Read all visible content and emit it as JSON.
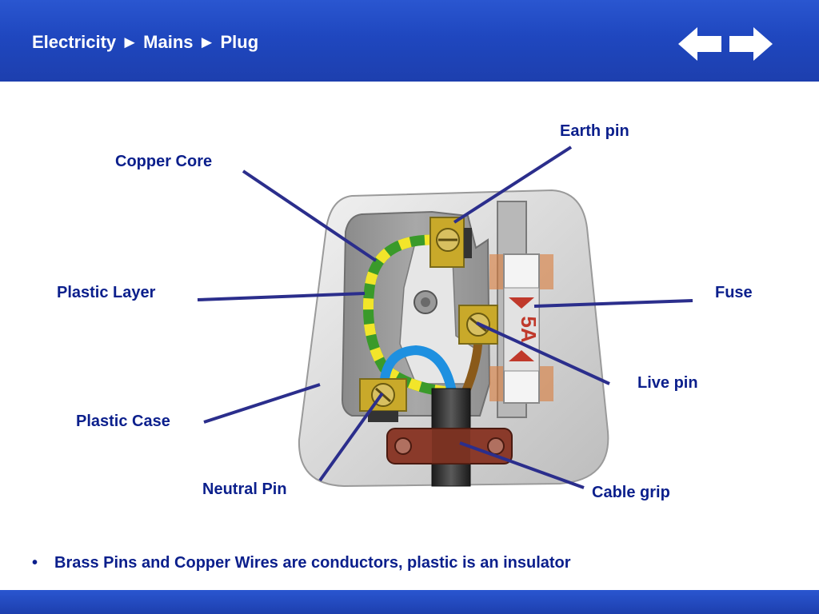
{
  "header": {
    "breadcrumb": "Electricity ► Mains ► Plug",
    "back_icon": "left-arrow-icon",
    "forward_icon": "right-arrow-icon"
  },
  "diagram": {
    "labels": {
      "earth_pin": "Earth pin",
      "copper_core": "Copper Core",
      "plastic_layer": "Plastic Layer",
      "fuse": "Fuse",
      "live_pin": "Live pin",
      "plastic_case": "Plastic Case",
      "neutral_pin": "Neutral Pin",
      "cable_grip": "Cable grip"
    },
    "fuse_marking": "5A"
  },
  "bullets": [
    "Brass Pins and Copper Wires are conductors, plastic is an insulator"
  ],
  "colors": {
    "header_blue": "#1f47bf",
    "label_blue": "#0b1f8c",
    "leader_line": "#2b2e8c",
    "earth_green": "#3a9a2a",
    "earth_yellow": "#f2e52a",
    "neutral_blue": "#1e90e0",
    "live_brown": "#8a5a1a",
    "brass": "#c9a92a",
    "cable_grip_brown": "#8a3a2a"
  }
}
